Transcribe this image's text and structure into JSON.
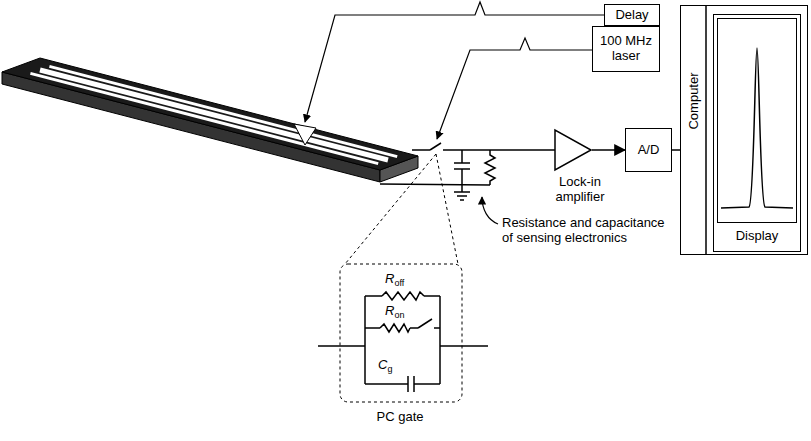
{
  "diagram": {
    "nodes": [
      {
        "text": [
          "Delay"
        ]
      },
      {
        "text": [
          "100 MHz laser"
        ]
      },
      {
        "text": [
          "Computer"
        ]
      },
      {
        "text": [
          "Display"
        ],
        "in": 2
      },
      {
        "text": [
          "A/D"
        ]
      },
      {
        "text": [
          "Lock-in amplifier"
        ]
      },
      {
        "text": [
          "Roff",
          "Ron",
          "Cg",
          "PC gate"
        ]
      }
    ],
    "edges": [
      {
        "from": 5,
        "to": 4,
        "arrow": "to"
      },
      {
        "from": 4,
        "to": 2,
        "arrow": "none"
      }
    ],
    "labels": [
      "Resistance and capacitance of sensing electronics"
    ]
  }
}
